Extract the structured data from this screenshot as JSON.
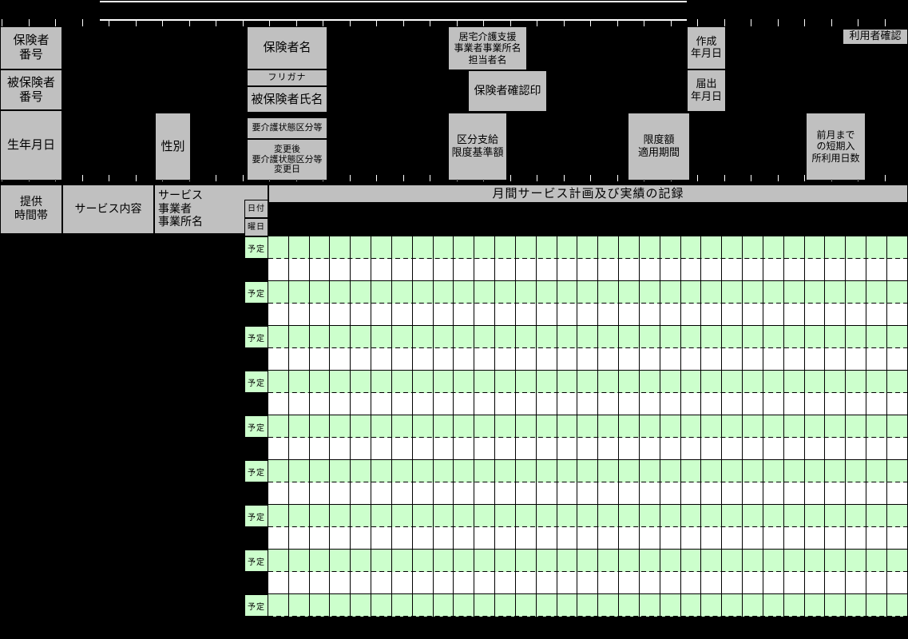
{
  "form": {
    "title_band": "月間サービス計画及び実績の記録",
    "user_confirm": "利用者確認"
  },
  "header_fields": {
    "insurer_number": "保険者\n番号",
    "insured_number": "被保険者\n番号",
    "birth_date": "生年月日",
    "gender": "性別",
    "insurer_name": "保険者名",
    "furigana": "フリガナ",
    "insured_name": "被保険者氏名",
    "care_level": "要介護状態区分等",
    "care_level_changed": "変更後\n要介護状態区分等\n変更日",
    "support_office": "居宅介護支援\n事業者事業所名\n担当者名",
    "insurer_seal": "保険者確認印",
    "payment_limit": "区分支給\n限度基準額",
    "limit_period": "限度額\n適用期間",
    "created_date": "作成\n年月日",
    "submitted_date": "届出\n年月日",
    "short_stay_days": "前月まで\nの短期入\n所利用日数"
  },
  "table_headers": {
    "time_slot": "提供\n時間帯",
    "service_content": "サービス内容",
    "service_provider": "サービス\n事業者\n事業所名",
    "date_label": "日付",
    "weekday_label": "曜日",
    "plan_label": "予定"
  },
  "grid": {
    "columns": 31,
    "service_row_pairs": 9,
    "plan_row_label": "予定",
    "plan_row_color": "#ccffcc",
    "actual_row_color": "#ffffff"
  },
  "colors": {
    "background": "#000000",
    "label_fill": "#c0c0c0",
    "plan_fill": "#ccffcc",
    "actual_fill": "#ffffff",
    "line": "#000000",
    "ruler": "#ffffff"
  }
}
